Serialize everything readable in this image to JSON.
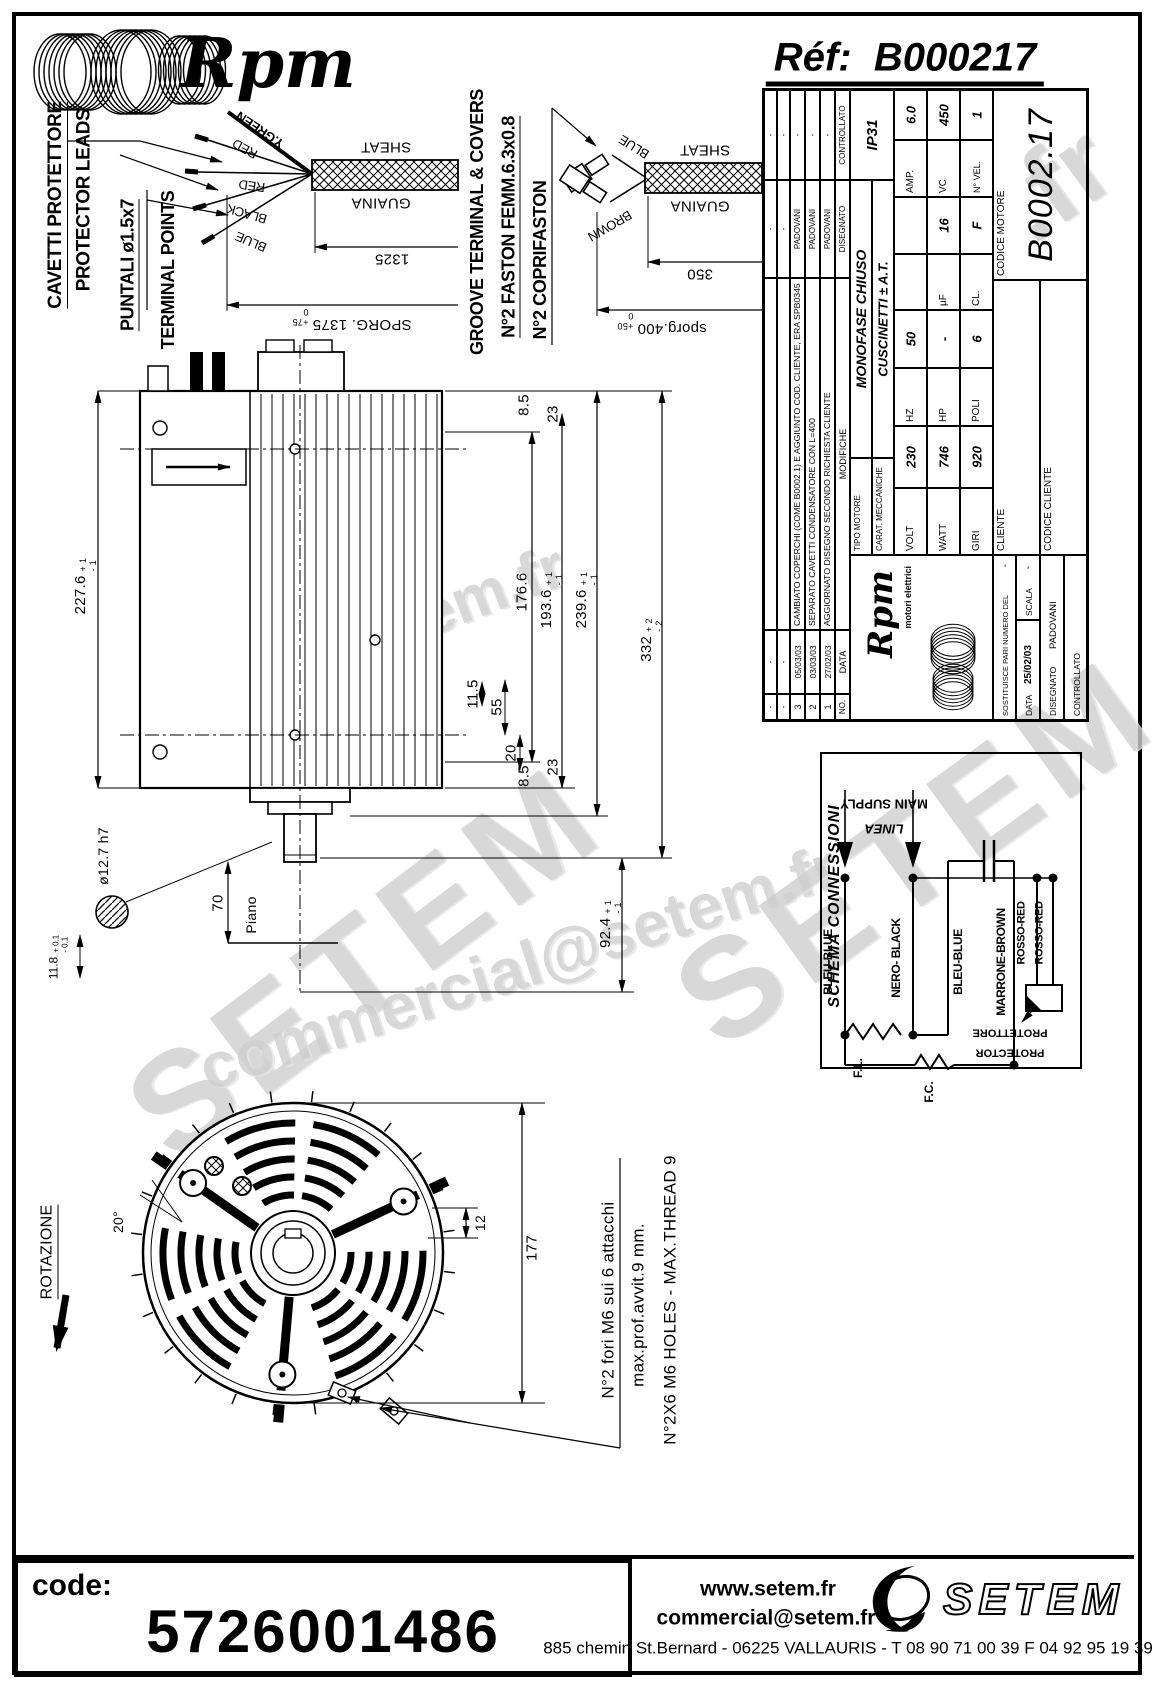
{
  "header": {
    "brand": "Rpm",
    "ref_label": "Réf:",
    "ref_value": "B000217"
  },
  "leads": {
    "it1": "CAVETTI PROTETTORE",
    "en1": "PROTECTOR LEADS",
    "it2": "PUNTALI ø1.5x7",
    "en2": "TERMINAL POINTS",
    "w1": "Y.GREEN",
    "w2": "RED",
    "w3": "RED",
    "w4": "BLACK",
    "w5": "BLUE",
    "sheat": "SHEAT",
    "guaina": "GUAINA",
    "dim1": "1325",
    "dim2": "SPORG. 1375",
    "dim2p": "+75",
    "dim2m": "0"
  },
  "faston": {
    "l1": "GROOVE TERMINAL & COVERS",
    "l2": "N°2 FASTON FEMM.6.3x0.8",
    "l3": "N°2 COPRIFASTON",
    "w1": "BLUE",
    "w2": "BROWN",
    "sheat": "SHEAT",
    "guaina": "GUAINA",
    "dim1": "350",
    "dim2": "sporg.400",
    "dim2p": "+50",
    "dim2m": "0"
  },
  "tb": {
    "rev": [
      {
        "no": "-",
        "date": "-",
        "desc": "",
        "by": "-",
        "ctrl": "-"
      },
      {
        "no": "-",
        "date": "-",
        "desc": "",
        "by": "-",
        "ctrl": "-"
      },
      {
        "no": "3",
        "date": "05/03/03",
        "desc": "CAMBIATO COPERCHI (COME B0002.1) E AGGIUNTO COD. CLIENTE, ERA SPB0345",
        "by": "PADOVANI",
        "ctrl": "-"
      },
      {
        "no": "2",
        "date": "03/03/03",
        "desc": "SEPARATO CAVETTI CONDENSATORE CON L=400",
        "by": "PADOVANI",
        "ctrl": "-"
      },
      {
        "no": "1",
        "date": "27/02/03",
        "desc": "AGGIORNATO DISEGNO SECONDO RICHIESTA CLIENTE",
        "by": "PADOVANI",
        "ctrl": "-"
      }
    ],
    "revh": {
      "no": "NO.",
      "date": "DATA",
      "mod": "MODIFICHE",
      "dis": "DISEGNATO",
      "ctrl": "CONTROLLATO"
    },
    "tipo_l": "TIPO MOTORE",
    "tipo_v": "MONOFASE CHIUSO",
    "carat_l": "CARAT. MECCANICHE",
    "carat_v": "CUSCINETTI ± A.T.",
    "ip": "IP31",
    "volt_l": "VOLT",
    "volt_v": "230",
    "hz_l": "HZ",
    "hz_v": "50",
    "amp_l": "AMP.",
    "amp_v": "6.0",
    "watt_l": "WATT",
    "watt_v": "746",
    "hp_l": "HP",
    "hp_v": "-",
    "uf_l": "µF",
    "uf_v": "16",
    "vc_l": "VC",
    "vc_v": "450",
    "giri_l": "GIRI",
    "giri_v": "920",
    "poli_l": "POLI",
    "poli_v": "6",
    "cl_l": "CL.",
    "cl_v": "F",
    "nvel_l": "N° VEL.",
    "nvel_v": "1",
    "brand": "Rpm",
    "brand_sub": "motori elettrici",
    "sost_l": "SOSTITUISCE PARI NUMERO DEL",
    "sost_v": "-",
    "data_l": "DATA",
    "data_v": "25/02/03",
    "scala_l": "SCALA",
    "scala_v": "-",
    "dis_l": "DISEGNATO",
    "dis_v": "PADOVANI",
    "ctrl_l": "CONTROLLATO",
    "cli_l": "CLIENTE",
    "codcli_l": "CODICE CLIENTE",
    "codmot_l": "CODICE MOTORE",
    "codmot_v": "B0002.17"
  },
  "schema": {
    "title": "SCHEMA CONNESSIONI",
    "main": "MAIN SUPPLY",
    "linea": "LINEA",
    "wa": "BLEU-BLUE",
    "wb": "NERO- BLACK",
    "wc": "BLEU-BLUE",
    "wd": "MARRONE-BROWN",
    "we": "ROSSO-RED",
    "wf": "ROSSO-RED",
    "fl": "F.L.",
    "fc": "F.C.",
    "prot_it": "PROTETTORE",
    "prot_en": "PROTECTOR"
  },
  "side": {
    "d227": "227.6",
    "d227p": "+ 1",
    "d227m": "- 1",
    "d176": "176.6",
    "d193": "193.6",
    "d193p": "+ 1",
    "d193m": "- 1",
    "d239": "239.6",
    "d239p": "+ 1",
    "d239m": "- 1",
    "d332": "332",
    "d332p": "+ 2",
    "d332m": "- 2",
    "t85": "8.5",
    "t23": "23",
    "i115": "11.5",
    "i55": "55",
    "i20": "20",
    "b85": "8.5",
    "b23": "23",
    "shaft": "ø12.7 h7",
    "d118": "11.8",
    "d118p": "+ 0.1",
    "d118m": "- 0.1",
    "d70": "70",
    "piano": "Piano",
    "d924": "92.4",
    "d924p": "+ 1",
    "d924m": "- 1"
  },
  "front": {
    "rot": "ROTAZIONE",
    "ang": "20°",
    "d12": "12",
    "d177": "177"
  },
  "notes": {
    "l1": "N°2 fori M6 sui 6 attacchi",
    "l2": "max.prof.avvit.9 mm.",
    "l3": "N°2X6 M6 HOLES - MAX.THREAD 9"
  },
  "watermark": {
    "w1": "www.setem.fr",
    "w2": "SETEM",
    "w3": "commercial@setem.fr",
    "w4": "SETEM",
    "w5": ".fr"
  },
  "footer": {
    "code_l": "code:",
    "code_v": "5726001486",
    "web": "www.setem.fr",
    "mail": "commercial@setem.fr",
    "addr": "885 chemin St.Bernard  -  06225 VALLAURIS  -  T 08 90 71 00 39   F 04 92 95 19 39",
    "brand": "SETEM"
  }
}
